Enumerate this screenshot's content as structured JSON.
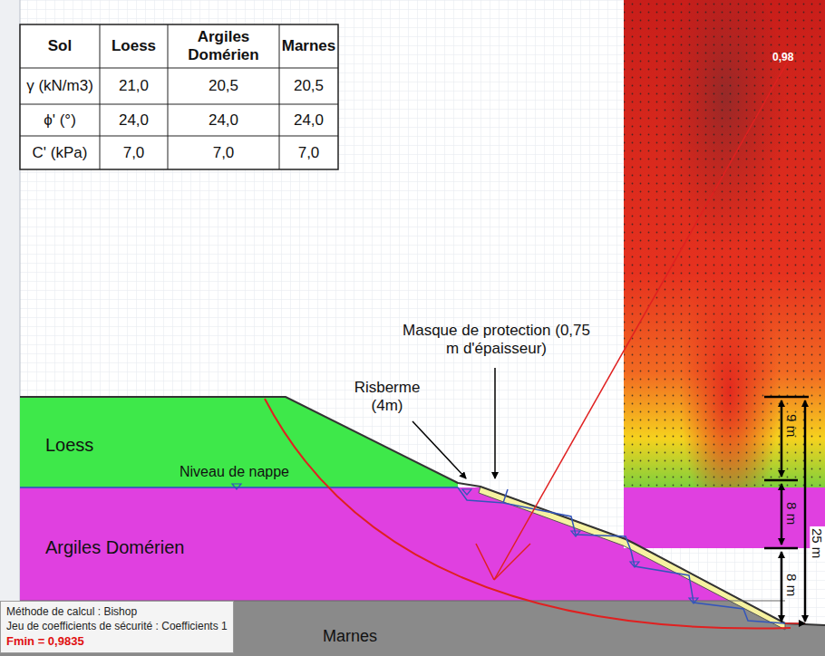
{
  "diagram": {
    "nodes": [
      {
        "text": [
          "Méthode de calcul : Bishop",
          "Jeu de coefficients de sécurité : Coefficients 1",
          "Fmin = 0,9835"
        ]
      }
    ],
    "edges": [],
    "labels": [
      "Sol",
      "Loess",
      "Argiles Domérien",
      "Marnes",
      "γ (kN/m3)",
      "21,0",
      "20,5",
      "20,5",
      "ϕ' (°)",
      "24,0",
      "24,0",
      "24,0",
      "C' (kPa)",
      "7,0",
      "7,0",
      "7,0",
      "0,98",
      "Masque de protection (0,75 m d'épaisseur)",
      "Risberme (4m)",
      "Loess",
      "Niveau de nappe",
      "Argiles Domérien",
      "Marnes",
      "9 m",
      "8 m",
      "8 m",
      "25 m"
    ]
  }
}
